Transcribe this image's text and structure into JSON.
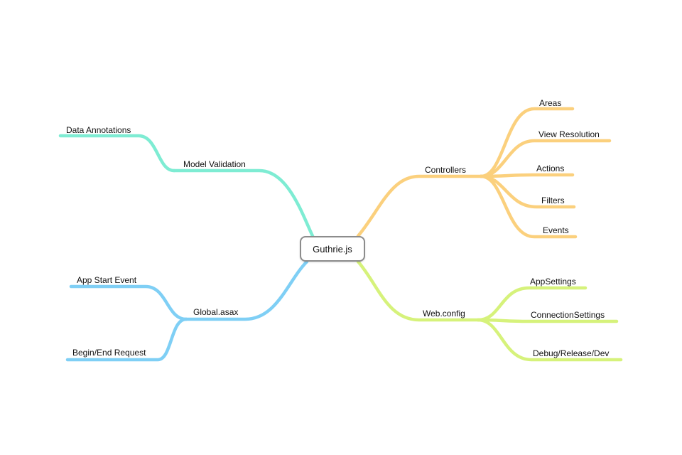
{
  "mindmap": {
    "root": "Guthrie.js",
    "branches": {
      "model_validation": {
        "label": "Model Validation",
        "color": "#7eecd3",
        "children": [
          "Data Annotations"
        ]
      },
      "global_asax": {
        "label": "Global.asax",
        "color": "#7fcff5",
        "children": [
          "App Start Event",
          "Begin/End Request"
        ]
      },
      "controllers": {
        "label": "Controllers",
        "color": "#fbd07d",
        "children": [
          "Areas",
          "View Resolution",
          "Actions",
          "Filters",
          "Events"
        ]
      },
      "web_config": {
        "label": "Web.config",
        "color": "#d6f27b",
        "children": [
          "AppSettings",
          "ConnectionSettings",
          "Debug/Release/Dev"
        ]
      }
    }
  }
}
